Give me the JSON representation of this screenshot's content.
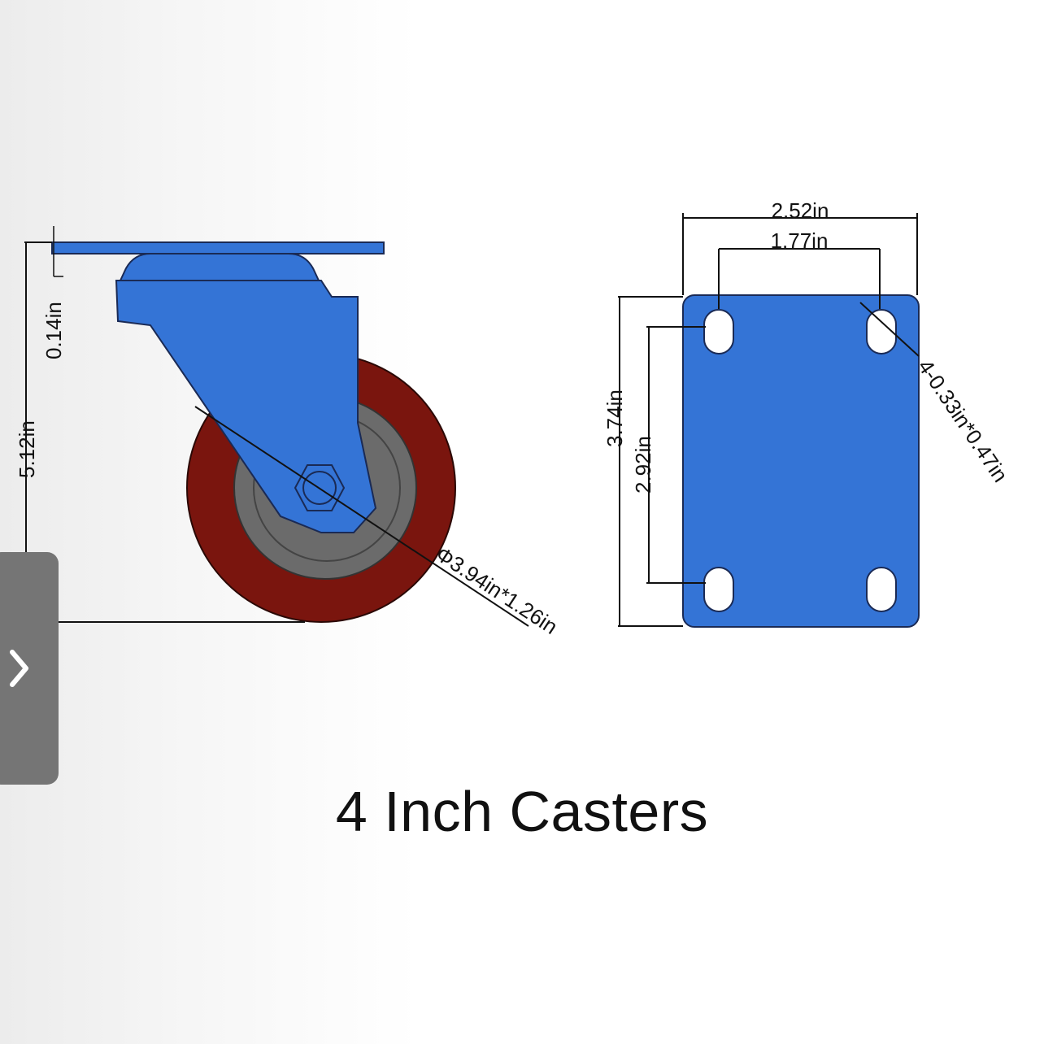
{
  "colors": {
    "caster_blue": "#3474d6",
    "wheel_red": "#7a150e",
    "hub_gray": "#6b6b6b",
    "line": "#111111",
    "nav_button": "#757575"
  },
  "side_view": {
    "plate_thickness": "0.14in",
    "total_height": "5.12in",
    "wheel_size": "Φ3.94in*1.26in"
  },
  "top_plate": {
    "plate_width": "2.52in",
    "hole_spacing_x": "1.77in",
    "plate_length": "3.74in",
    "hole_spacing_y": "2.92in",
    "holes": "4-0.33in*0.47in"
  },
  "caption": "4 Inch Casters",
  "nav": {
    "next_icon": "chevron-right-icon"
  }
}
